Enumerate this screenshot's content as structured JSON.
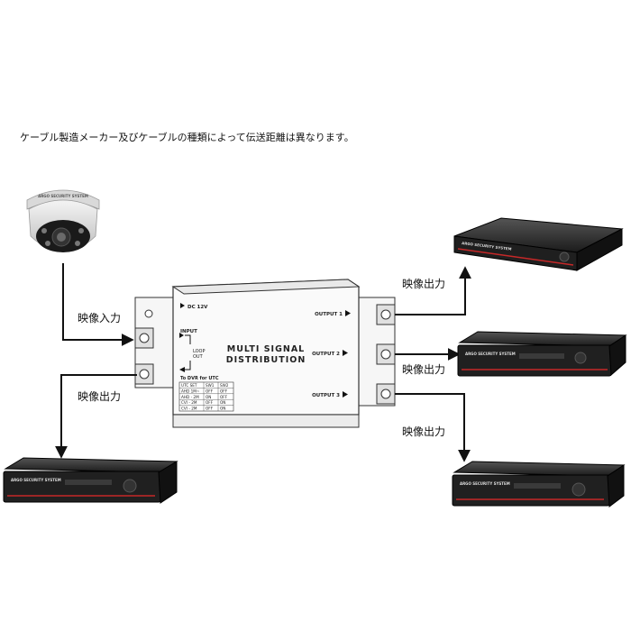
{
  "note": "ケーブル製造メーカー及びケーブルの種類によって伝送距離は異なります。",
  "labels": {
    "video_in": "映像入力",
    "video_out": "映像出力"
  },
  "device": {
    "title_line1": "MULTI SIGNAL",
    "title_line2": "DISTRIBUTION",
    "power": "DC 12V",
    "input": "INPUT",
    "loop_out_1": "LOOP",
    "loop_out_2": "OUT",
    "outputs": [
      "OUTPUT 1",
      "OUTPUT 2",
      "OUTPUT 3"
    ],
    "dvr_note": "To DVR for UTC",
    "switch_table": {
      "headers": [
        "UTC SET",
        "SW1",
        "SW2"
      ],
      "rows": [
        [
          "AHD 1M~",
          "OFF",
          "OFF"
        ],
        [
          "AHD - 2M",
          "ON",
          "OFF"
        ],
        [
          "CVI - 2M",
          "OFF",
          "ON"
        ],
        [
          "CVI - 2M",
          "OFF",
          "ON"
        ]
      ]
    }
  },
  "recorder_brand": "ARGO SECURITY SYSTEM",
  "camera_brand": "ARGO SECURITY SYSTEM",
  "colors": {
    "recorder_body": "#222222",
    "recorder_stripe": "#c62828",
    "line": "#111111"
  }
}
